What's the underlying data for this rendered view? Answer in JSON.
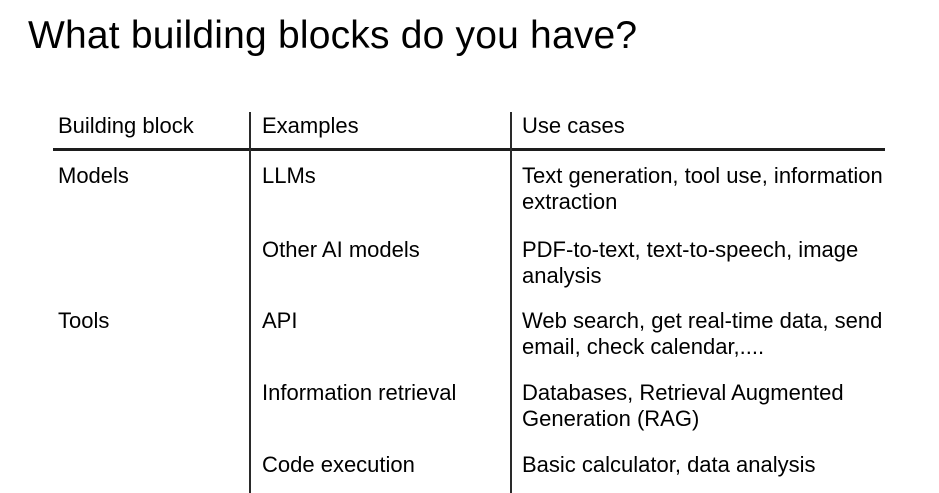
{
  "page": {
    "title": "What building blocks do you have?",
    "background_color": "#ffffff",
    "text_color": "#000000",
    "line_color": "#1d1d1d"
  },
  "table": {
    "headers": [
      {
        "label": "Building block"
      },
      {
        "label": "Examples"
      },
      {
        "label": "Use cases"
      }
    ],
    "rows": [
      {
        "block": "Models",
        "example": "LLMs",
        "use_cases": "Text generation, tool use, information extraction"
      },
      {
        "block": "",
        "example": "Other AI models",
        "use_cases": "PDF-to-text, text-to-speech, image analysis"
      },
      {
        "block": "Tools",
        "example": "API",
        "use_cases": "Web search, get real-time data, send email, check calendar,...."
      },
      {
        "block": "",
        "example": "Information retrieval",
        "use_cases": "Databases, Retrieval Augmented Generation (RAG)"
      },
      {
        "block": "",
        "example": "Code execution",
        "use_cases": "Basic calculator, data analysis"
      }
    ]
  }
}
